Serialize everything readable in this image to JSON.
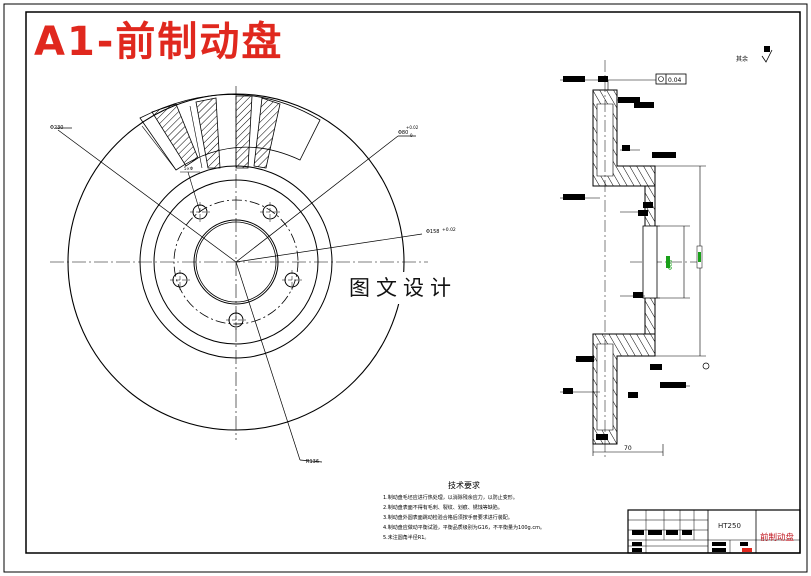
{
  "title": "A1-前制动盘",
  "watermark": "图文设计",
  "tech_requirements": {
    "heading": "技术要求",
    "items": [
      "1.制动盘毛坯应进行热处理，以消除残余应力，以防止变形。",
      "2.制动盘表面不得有毛刺、裂纹、划痕、锈蚀等缺陷。",
      "3.制动盘外圆表面跳动检验合格后须按手册要求进行装配。",
      "4.制动盘应做动平衡试验，平衡品质级别为G16，不平衡量为100g.cm。",
      "5.未注圆角半径R1。"
    ]
  },
  "dimensions": {
    "d1": "Φ230",
    "d2": "Φ80",
    "d2_tol_upper": "+0.02",
    "d2_tol_lower": "0",
    "d3": "Φ158",
    "d3_tol": "+0.02",
    "r_outer": "R136",
    "width": "70",
    "section_vertical": "Φ80",
    "hole_note": "5×Φ"
  },
  "surface_note": "其余",
  "gdt_symbol": "0.04",
  "title_block": {
    "material": "HT250",
    "part_name": "前制动盘"
  },
  "colors": {
    "title_red": "#e0281e",
    "line": "#000000",
    "hatch": "#000000",
    "green": "#1aa01a",
    "part_name": "#c0141e"
  }
}
